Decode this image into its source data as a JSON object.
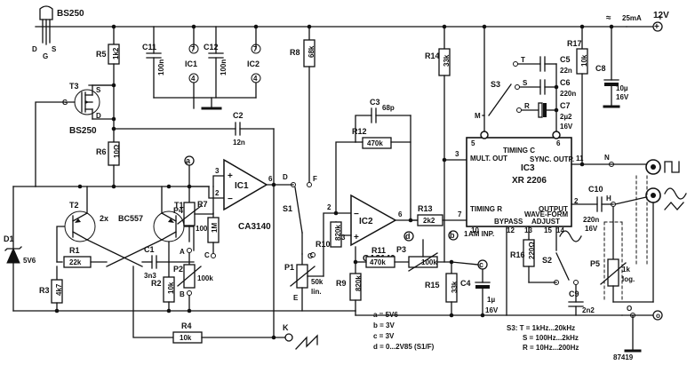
{
  "title_bs250_top": "BS250",
  "bs250_pins": [
    "D",
    "S",
    "G"
  ],
  "t3": {
    "name": "T3",
    "type": "BS250",
    "pin_s": "S",
    "pin_d": "D",
    "pin_g": "G"
  },
  "resistors": {
    "r1": {
      "name": "R1",
      "value": "22k"
    },
    "r2": {
      "name": "R2",
      "value": "10k"
    },
    "r3": {
      "name": "R3",
      "value": "4k7"
    },
    "r4": {
      "name": "R4",
      "value": "10k"
    },
    "r5": {
      "name": "R5",
      "value": "1k2"
    },
    "r6": {
      "name": "R6",
      "value": "10Ω"
    },
    "r7": {
      "name": "R7",
      "value": "1M"
    },
    "r8": {
      "name": "R8",
      "value": "68k"
    },
    "r9": {
      "name": "R9",
      "value": "820k"
    },
    "r10": {
      "name": "R10",
      "value": "820k"
    },
    "r11": {
      "name": "R11",
      "value": "470k"
    },
    "r12": {
      "name": "R12",
      "value": "470k"
    },
    "r13": {
      "name": "R13",
      "value": "2k2"
    },
    "r14": {
      "name": "R14",
      "value": "33k"
    },
    "r15": {
      "name": "R15",
      "value": "33k"
    },
    "r16": {
      "name": "R16",
      "value": "220Ω"
    },
    "r17": {
      "name": "R17",
      "value": "10k"
    }
  },
  "capacitors": {
    "c1": {
      "name": "C1",
      "value": "3n3"
    },
    "c2": {
      "name": "C2",
      "value": "12n"
    },
    "c3": {
      "name": "C3",
      "value": "68p"
    },
    "c4": {
      "name": "C4",
      "value": "1µ",
      "rating": "16V"
    },
    "c5": {
      "name": "C5",
      "value": "22n"
    },
    "c6": {
      "name": "C6",
      "value": "220n"
    },
    "c7": {
      "name": "C7",
      "value": "2µ2",
      "rating": "16V"
    },
    "c8": {
      "name": "C8",
      "value": "10µ",
      "rating": "16V"
    },
    "c9": {
      "name": "C9",
      "value": "2n2"
    },
    "c10": {
      "name": "C10",
      "value": "220n",
      "rating": "16V"
    },
    "c11": {
      "name": "C11",
      "value": "100n"
    },
    "c12": {
      "name": "C12",
      "value": "100n"
    }
  },
  "pots": {
    "p1": {
      "name": "P1",
      "value": "50k",
      "taper": "lin."
    },
    "p2": {
      "name": "P2",
      "value": "100k"
    },
    "p3": {
      "name": "P3",
      "value": "100k"
    },
    "p4": {
      "name": "P4",
      "value": "100Ω"
    },
    "p5": {
      "name": "P5",
      "value": "1k",
      "taper": "log."
    }
  },
  "transistors": {
    "t1": "T1",
    "t2": "T2",
    "type": "BC557",
    "count": "2x"
  },
  "diode": {
    "name": "D1",
    "value": "5V6"
  },
  "ics": {
    "ic1": {
      "name": "IC1",
      "type": "CA3140"
    },
    "ic2": {
      "name": "IC2",
      "type": "CA3140"
    },
    "ic3": {
      "name": "IC3",
      "type": "XR 2206"
    }
  },
  "ic3_pins": {
    "timing_c": "TIMING C",
    "mult_out": "MULT. OUT",
    "timing_r": "TIMING R",
    "am_inp": "AM INP.",
    "bypass": "BYPASS",
    "waveform": "WAVE-FORM",
    "adjust": "ADJUST",
    "sync_outp": "SYNC. OUTP.",
    "output": "OUTPUT"
  },
  "power": {
    "current": "25mA",
    "voltage": "12V"
  },
  "switches": {
    "s1": "S1",
    "s2": "S2",
    "s3": "S3"
  },
  "switch_terms": [
    "D",
    "F",
    "G",
    "E",
    "A",
    "B",
    "C",
    "M",
    "T",
    "S",
    "R",
    "H",
    "N",
    "K",
    "O"
  ],
  "testpoints": [
    "a",
    "b",
    "c",
    "d"
  ],
  "legend_left": [
    "a = 5V6",
    "b = 3V",
    "c = 3V",
    "d = 0...2V85 (S1/F)"
  ],
  "legend_right": [
    "S3: T = 1kHz...20kHz",
    "S = 100Hz...2kHz",
    "R = 10Hz...200Hz"
  ],
  "figure_number": "87419"
}
